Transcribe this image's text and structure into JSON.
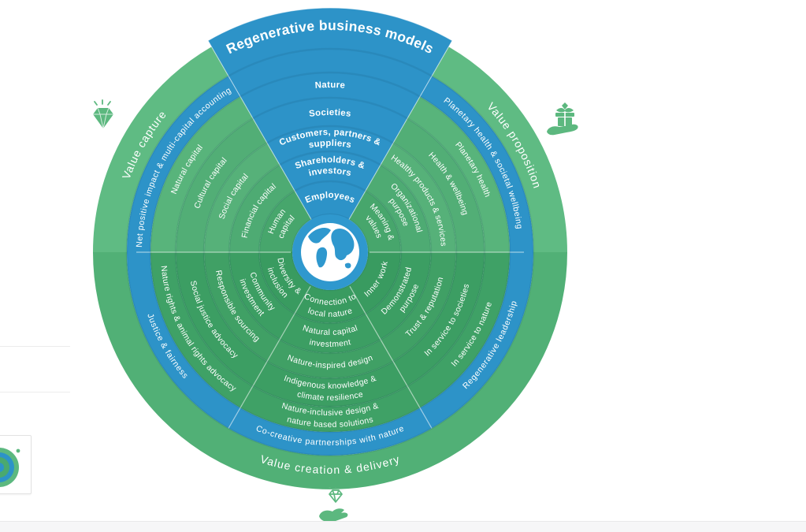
{
  "page": {
    "background": "#ffffff",
    "bottom_bar": {
      "color": "#f6f6f7",
      "border": "#e9e9e9"
    }
  },
  "icons": {
    "color": "#5cb87f",
    "top_left": "diamond-icon",
    "top_right": "hand-gift-icon",
    "bottom": "hand-diamond-icon"
  },
  "thumbnail": {
    "description": "miniature preview of the circular diagram"
  },
  "diagram": {
    "title": "Regenerative business models",
    "center_icon": "globe-icon",
    "colors": {
      "blue": "#2d93c8",
      "center_blue": "#2f98ce",
      "outer_green_top": "#5fbb83",
      "outer_green_bottom": "#51b076",
      "ring_greens_top": [
        "#58b47b",
        "#52ae76",
        "#56b179",
        "#4eab73",
        "#47a66c"
      ],
      "ring_greens_bottom": [
        "#3fa166",
        "#3c9e63",
        "#40a065",
        "#3c9e63",
        "#399b60"
      ],
      "label": "#ffffff"
    },
    "stakeholders": [
      [
        "Nature"
      ],
      [
        "Societies"
      ],
      [
        "Customers, partners &",
        "suppliers"
      ],
      [
        "Shareholders &",
        "investors"
      ],
      [
        "Employees"
      ]
    ],
    "sectors": [
      {
        "id": "value-capture",
        "position": "upper-left",
        "outer_label": "Value capture",
        "blue_label": "Net positive impact & multi-capital accounting",
        "rings": [
          [
            "Natural capital"
          ],
          [
            "Cultural capital"
          ],
          [
            "Social capital"
          ],
          [
            "Financial capital"
          ],
          [
            "Human",
            "capital"
          ]
        ]
      },
      {
        "id": "value-proposition",
        "position": "upper-right",
        "outer_label": "Value proposition",
        "blue_label": "Planetary health & societal wellbeing",
        "rings": [
          [
            "Planetary health"
          ],
          [
            "Health & wellbeing"
          ],
          [
            "Healthy products & services"
          ],
          [
            "Organizational",
            "purpose"
          ],
          [
            "Meaning &",
            "values"
          ]
        ]
      },
      {
        "id": "justice-fairness",
        "position": "lower-left",
        "outer_label": "",
        "blue_label": "Justice & fairness",
        "rings": [
          [
            "Nature rights & animal rights advocacy"
          ],
          [
            "Social justice advocacy"
          ],
          [
            "Responsible sourcing"
          ],
          [
            "Community",
            "investment"
          ],
          [
            "Diversity &",
            "inclusion"
          ]
        ]
      },
      {
        "id": "regenerative-leadership",
        "position": "lower-right",
        "outer_label": "",
        "blue_label": "Regenerative leadership",
        "rings": [
          [
            "In service to nature"
          ],
          [
            "In service to societies"
          ],
          [
            "Trust & reputation"
          ],
          [
            "Demonstrated",
            "purpose"
          ],
          [
            "Inner work"
          ]
        ]
      },
      {
        "id": "value-creation-delivery",
        "position": "bottom",
        "outer_label": "Value creation & delivery",
        "blue_label": "Co-creative partnerships with nature",
        "rings": [
          [
            "Nature-inclusive design &",
            "nature based solutions"
          ],
          [
            "Indigenous knowledge &",
            "climate resilience"
          ],
          [
            "Nature-inspired design"
          ],
          [
            "Natural capital",
            "investment"
          ],
          [
            "Connection to",
            "local nature"
          ]
        ]
      }
    ]
  }
}
